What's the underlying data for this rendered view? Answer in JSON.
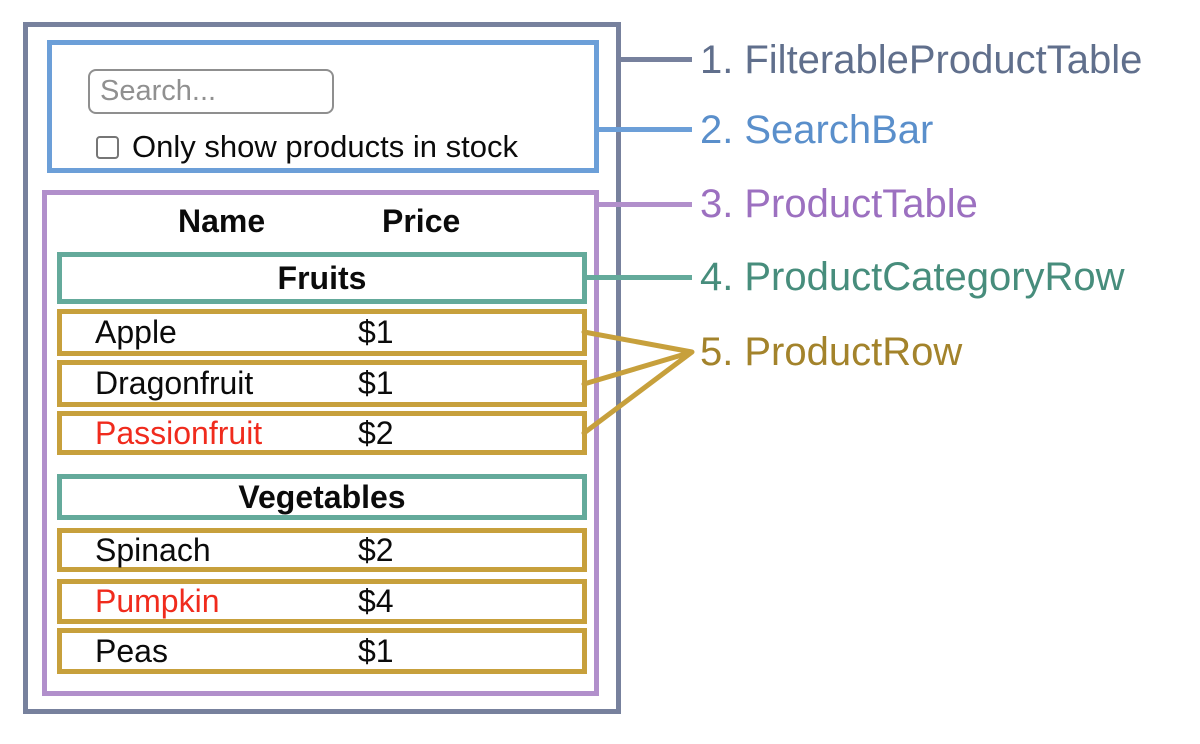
{
  "legend": [
    {
      "number": "1.",
      "label": "FilterableProductTable",
      "color": "#606F8C"
    },
    {
      "number": "2.",
      "label": "SearchBar",
      "color": "#5A8FCB"
    },
    {
      "number": "3.",
      "label": "ProductTable",
      "color": "#9C70C0"
    },
    {
      "number": "4.",
      "label": "ProductCategoryRow",
      "color": "#478D7C"
    },
    {
      "number": "5.",
      "label": "ProductRow",
      "color": "#A3832B"
    }
  ],
  "search_bar": {
    "placeholder": "Search...",
    "checkbox_label": "Only show products in stock",
    "checkbox_checked": false
  },
  "product_table": {
    "name_header": "Name",
    "price_header": "Price",
    "sections": [
      {
        "category": "Fruits",
        "rows": [
          {
            "name": "Apple",
            "price": "$1"
          },
          {
            "name": "Dragonfruit",
            "price": "$1"
          },
          {
            "name": "Passionfruit",
            "price": "$2",
            "name_color": "#F02B1D"
          }
        ]
      },
      {
        "category": "Vegetables",
        "rows": [
          {
            "name": "Spinach",
            "price": "$2"
          },
          {
            "name": "Pumpkin",
            "price": "$4",
            "name_color": "#F02B1D"
          },
          {
            "name": "Peas",
            "price": "$1"
          }
        ]
      }
    ]
  },
  "colors": {
    "filterable_product_table_border": "#77819D",
    "search_bar_border": "#6C9FD8",
    "product_table_border": "#B18FCB",
    "product_category_row_border": "#64AA9B",
    "product_row_border": "#C7A03C",
    "out_of_stock_text": "#F02B1D"
  }
}
